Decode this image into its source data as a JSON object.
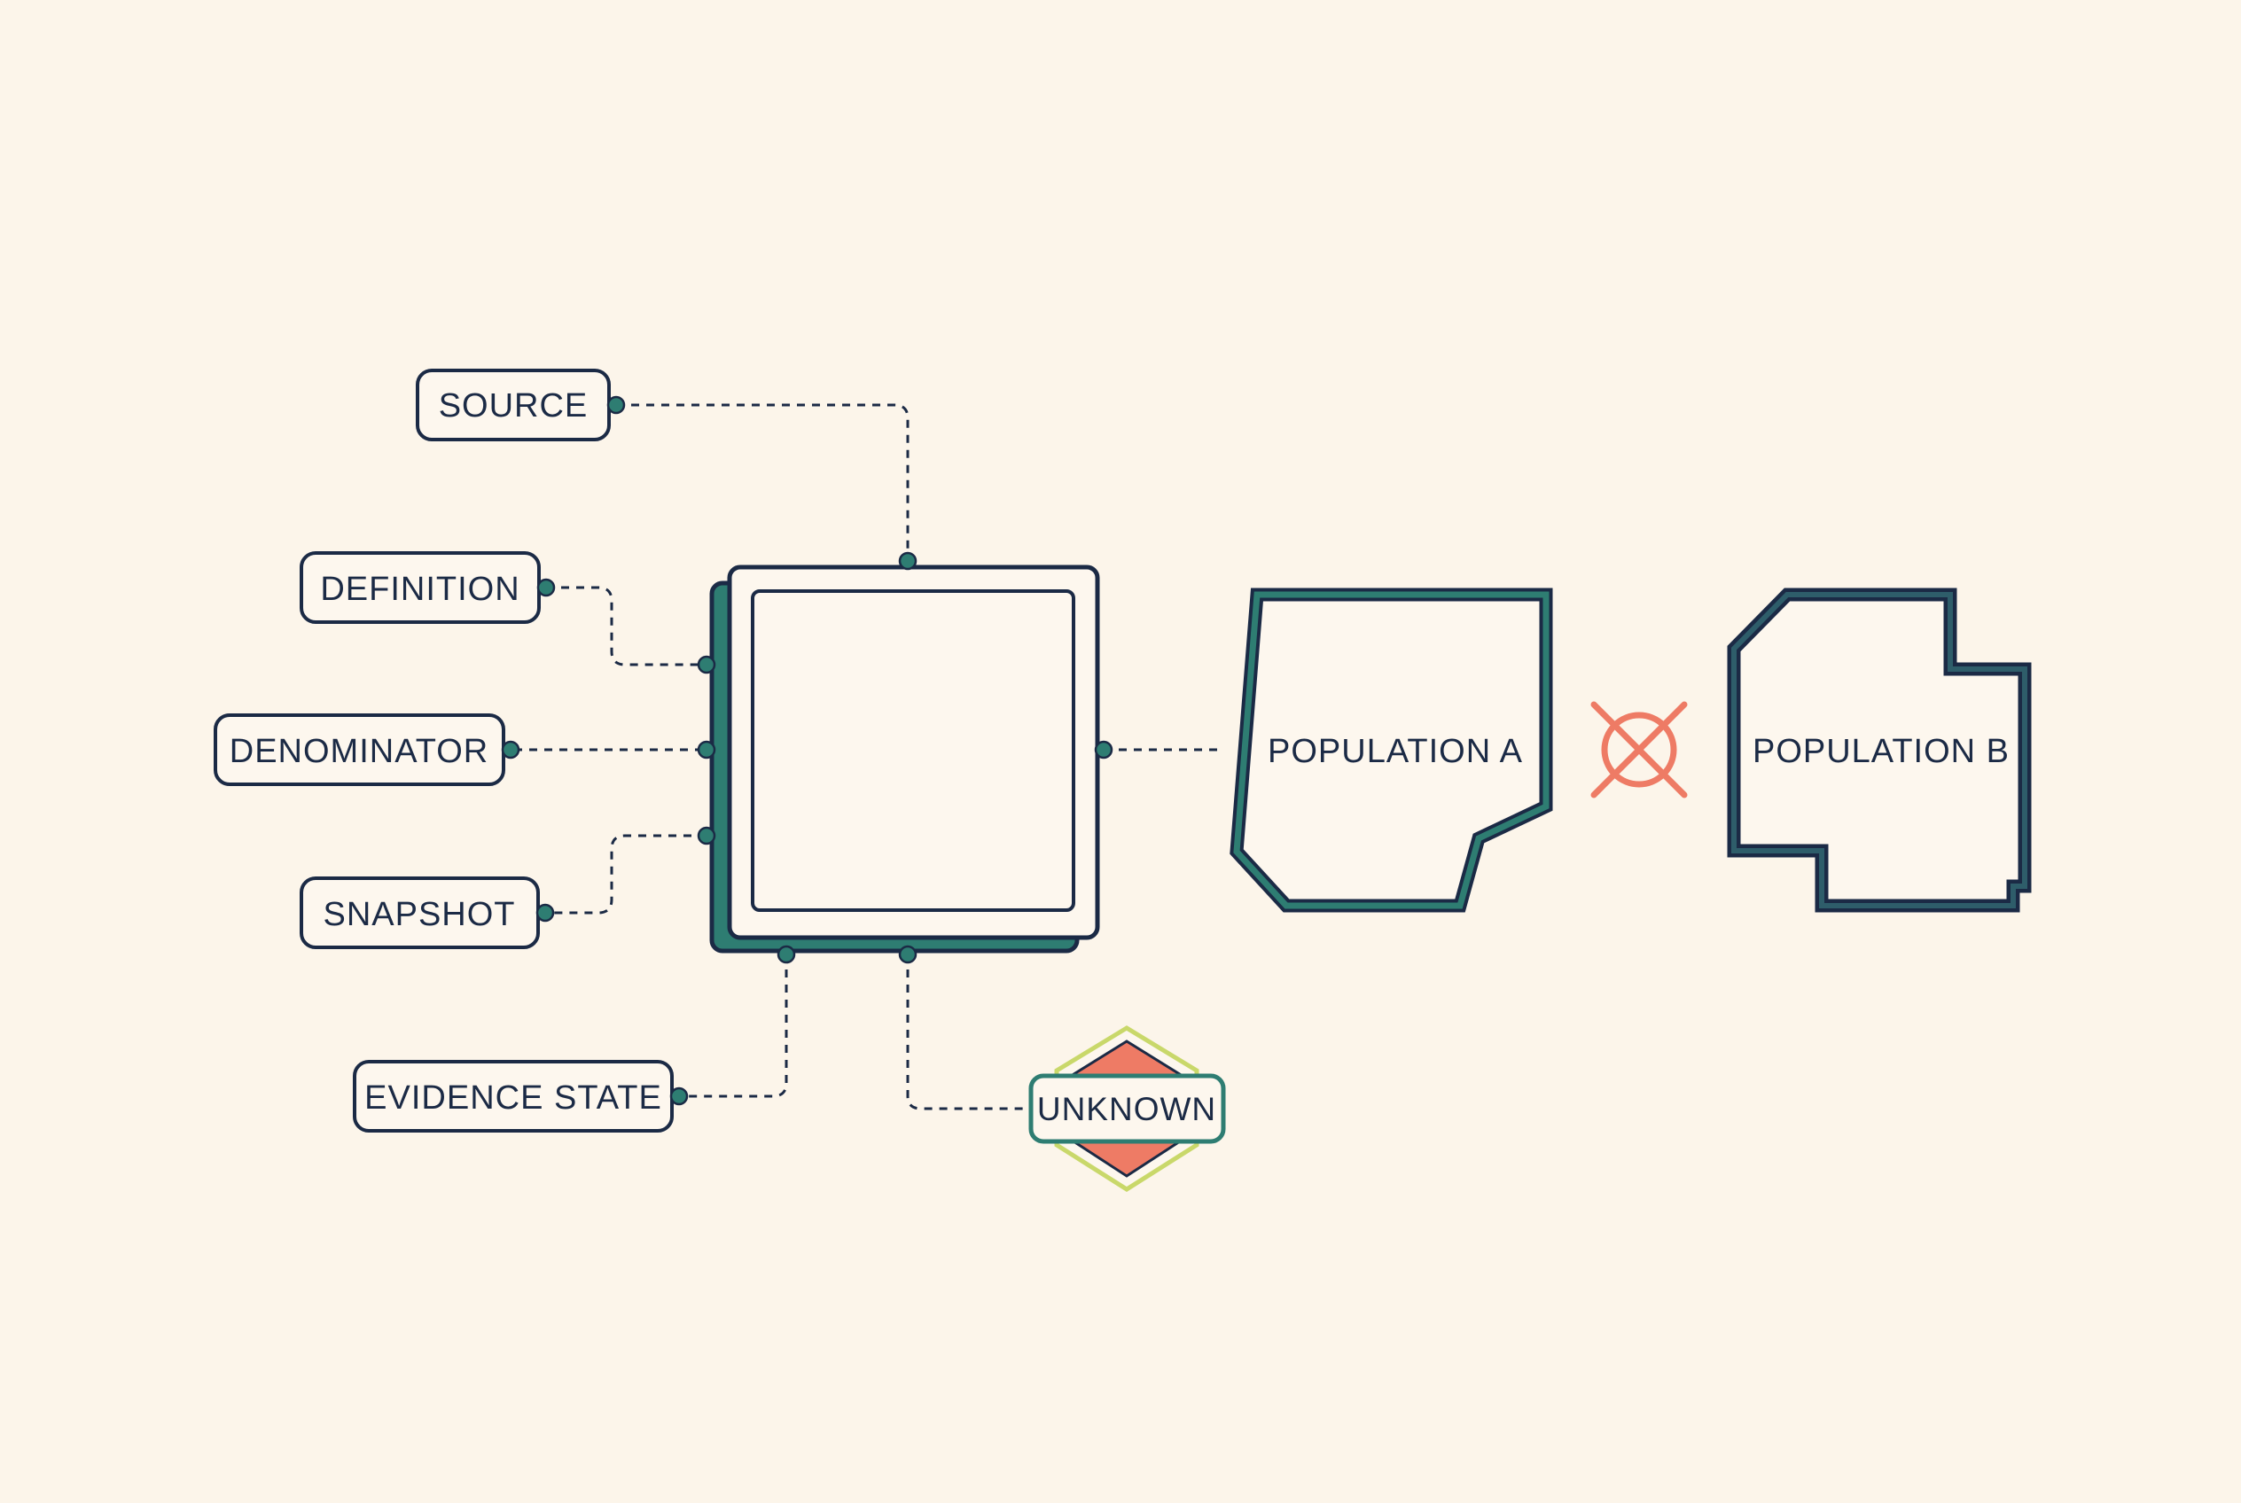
{
  "diagram": {
    "labels": {
      "source": "SOURCE",
      "definition": "DEFINITION",
      "denominator": "DENOMINATOR",
      "snapshot": "SNAPSHOT",
      "evidence_state": "EVIDENCE STATE",
      "unknown": "UNKNOWN",
      "population_a": "POPULATION A",
      "population_b": "POPULATION B"
    },
    "edges": [
      {
        "from": "source",
        "to": "central-box"
      },
      {
        "from": "definition",
        "to": "central-box"
      },
      {
        "from": "denominator",
        "to": "central-box"
      },
      {
        "from": "snapshot",
        "to": "central-box"
      },
      {
        "from": "evidence_state",
        "to": "central-box"
      },
      {
        "from": "central-box",
        "to": "unknown"
      },
      {
        "from": "central-box",
        "to": "population_a"
      }
    ],
    "relation_between_populations": "not-comparable (crossed-out marker)",
    "colors": {
      "background": "#fcf5ea",
      "ink": "#1b2a45",
      "teal": "#2e7d72",
      "coral": "#ee7b65",
      "lime": "#c9d86a",
      "box_fill": "#fdf7ee"
    }
  }
}
